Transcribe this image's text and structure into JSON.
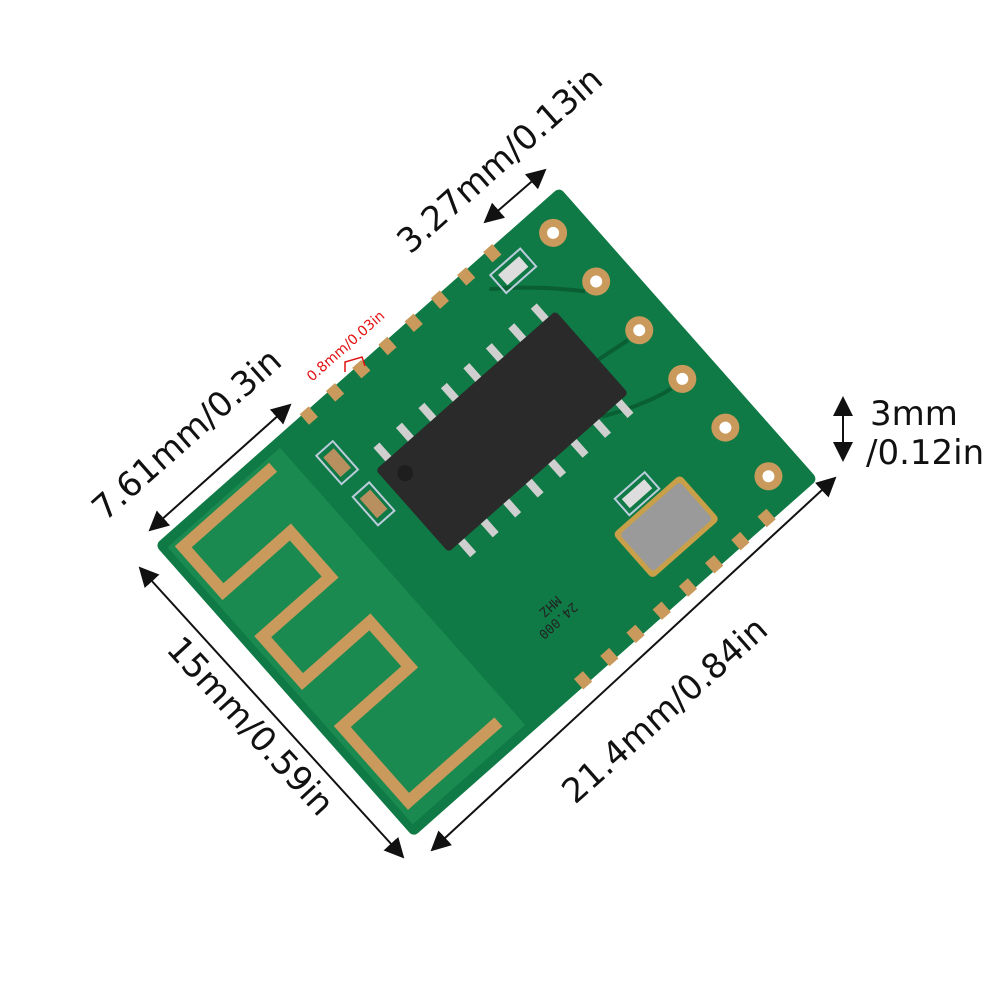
{
  "dimensions": {
    "pin_pitch": "3.27mm/0.13in",
    "pad_width": "0.8mm/0.03in",
    "antenna_width": "7.61mm/0.3in",
    "board_width": "15mm/0.59in",
    "board_length": "21.4mm/0.84in",
    "thickness_line1": "3mm",
    "thickness_line2": "/0.12in"
  },
  "crystal_label": {
    "line1": "24.000",
    "line2": "MHZ"
  },
  "colors": {
    "pcb": "#0f7a45",
    "pcb_dark": "#0a5e34",
    "gold": "#c99a5b",
    "chip": "#2a2a2a",
    "red_annotation": "#e41010"
  }
}
